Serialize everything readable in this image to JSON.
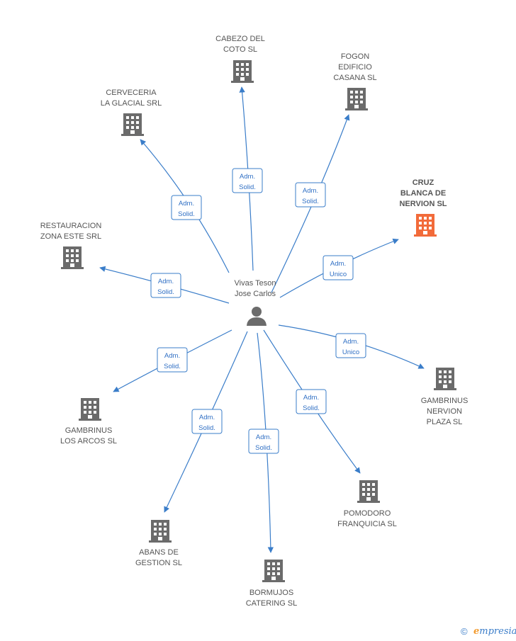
{
  "center": {
    "name_lines": [
      "Vivas Teson",
      "Jose Carlos"
    ],
    "icon": "person-icon"
  },
  "colors": {
    "edge": "#3a7dc9",
    "node": "#6b6b6b",
    "highlight": "#f26b3a",
    "label": "#555555"
  },
  "nodes": [
    {
      "id": "cabezo",
      "lines": [
        "CABEZO DEL",
        "COTO SL"
      ],
      "role": [
        "Adm.",
        "Solid."
      ],
      "highlight": false
    },
    {
      "id": "fogon",
      "lines": [
        "FOGON",
        "EDIFICIO",
        "CASANA SL"
      ],
      "role": [
        "Adm.",
        "Solid."
      ],
      "highlight": false
    },
    {
      "id": "cerveceria",
      "lines": [
        "CERVECERIA",
        "LA GLACIAL SRL"
      ],
      "role": [
        "Adm.",
        "Solid."
      ],
      "highlight": false
    },
    {
      "id": "cruz",
      "lines": [
        "CRUZ",
        "BLANCA DE",
        "NERVION SL"
      ],
      "role": [
        "Adm.",
        "Unico"
      ],
      "highlight": true
    },
    {
      "id": "restauracion",
      "lines": [
        "RESTAURACION",
        "ZONA ESTE SRL"
      ],
      "role": [
        "Adm.",
        "Solid."
      ],
      "highlight": false
    },
    {
      "id": "gambrinus-nervion",
      "lines": [
        "GAMBRINUS",
        "NERVION",
        "PLAZA SL"
      ],
      "role": [
        "Adm.",
        "Unico"
      ],
      "highlight": false
    },
    {
      "id": "gambrinus-arcos",
      "lines": [
        "GAMBRINUS",
        "LOS ARCOS SL"
      ],
      "role": [
        "Adm.",
        "Solid."
      ],
      "highlight": false
    },
    {
      "id": "pomodoro",
      "lines": [
        "POMODORO",
        "FRANQUICIA SL"
      ],
      "role": [
        "Adm.",
        "Solid."
      ],
      "highlight": false
    },
    {
      "id": "abans",
      "lines": [
        "ABANS DE",
        "GESTION SL"
      ],
      "role": [
        "Adm.",
        "Solid."
      ],
      "highlight": false
    },
    {
      "id": "bormujos",
      "lines": [
        "BORMUJOS",
        "CATERING SL"
      ],
      "role": [
        "Adm.",
        "Solid."
      ],
      "highlight": false
    }
  ],
  "footer": {
    "copyright": "©",
    "brand_first": "e",
    "brand_rest": "mpresia"
  }
}
